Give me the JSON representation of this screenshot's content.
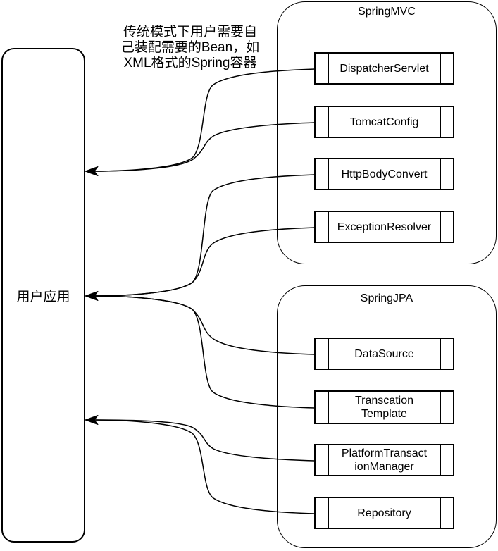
{
  "annotation": {
    "lines": [
      "传统模式下用户需要自",
      "己装配需要的Bean，如",
      "XML格式的Spring容器"
    ]
  },
  "user_app": {
    "label": "用户应用"
  },
  "groups": [
    {
      "title": "SpringMVC",
      "components": [
        "DispatcherServlet",
        "TomcatConfig",
        "HttpBodyConvert",
        "ExceptionResolver"
      ]
    },
    {
      "title": "SpringJPA",
      "components": [
        "DataSource",
        "Transcation\nTemplate",
        "PlatformTransact\nionManager",
        "Repository"
      ]
    }
  ],
  "edges": [
    {
      "from": "DispatcherServlet",
      "to": "用户应用"
    },
    {
      "from": "TomcatConfig",
      "to": "用户应用"
    },
    {
      "from": "HttpBodyConvert",
      "to": "用户应用"
    },
    {
      "from": "ExceptionResolver",
      "to": "用户应用"
    },
    {
      "from": "DataSource",
      "to": "用户应用"
    },
    {
      "from": "Transcation Template",
      "to": "用户应用"
    },
    {
      "from": "PlatformTransactionManager",
      "to": "用户应用"
    },
    {
      "from": "Repository",
      "to": "用户应用"
    }
  ],
  "colors": {
    "stroke": "#000000",
    "background": "#ffffff"
  }
}
